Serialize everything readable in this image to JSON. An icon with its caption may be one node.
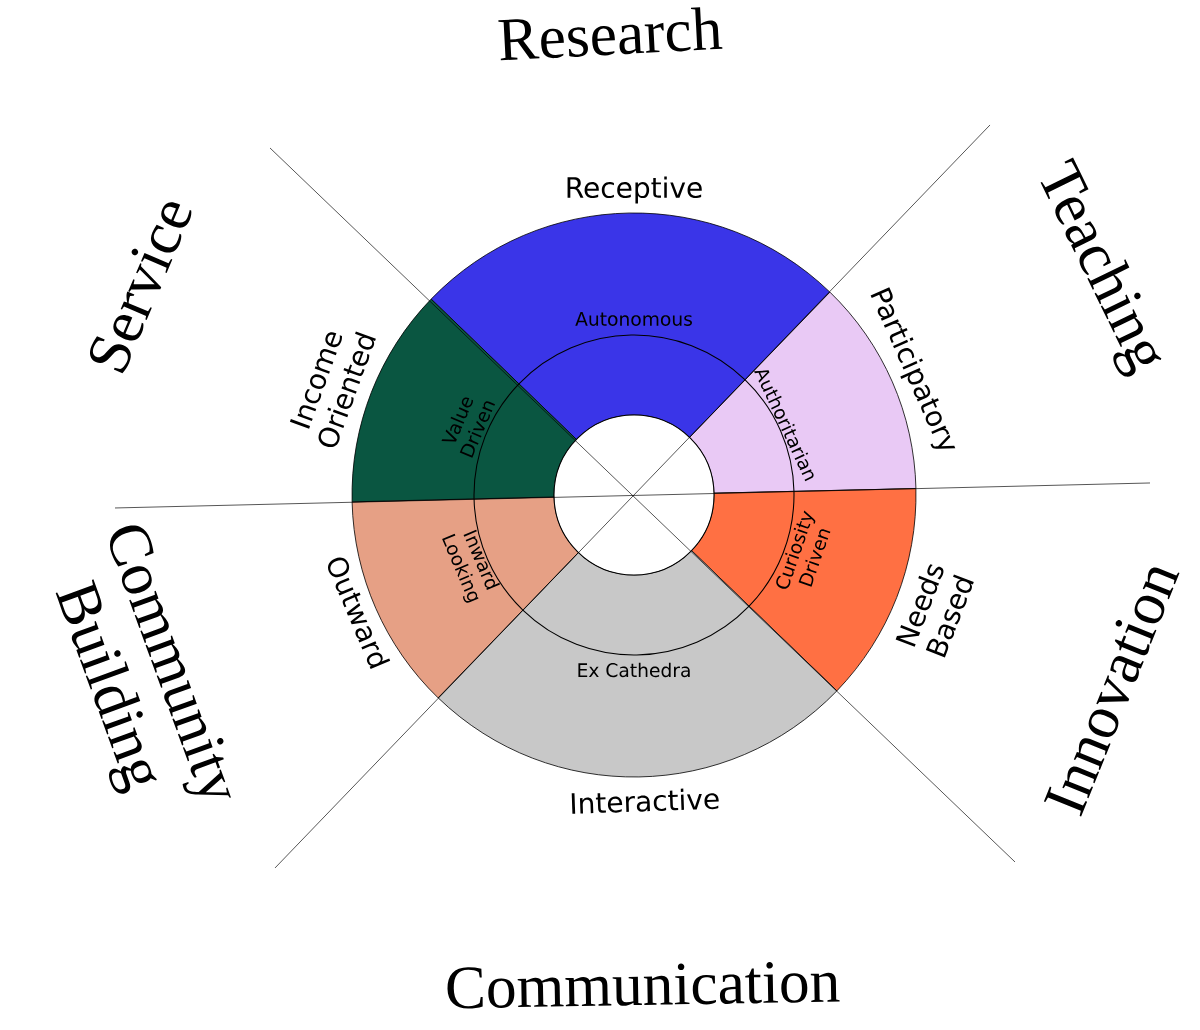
{
  "diagram": {
    "nodes": [
      {
        "text": [
          "Autonomous"
        ],
        "beside": [
          "Receptive",
          "Research"
        ]
      },
      {
        "text": [
          "Authoritarian"
        ],
        "beside": [
          "Participatory",
          "Teaching"
        ]
      },
      {
        "text": [
          "Curiosity Driven"
        ],
        "beside": [
          "Needs Based",
          "Innovation"
        ]
      },
      {
        "text": [
          "Ex Cathedra"
        ],
        "beside": [
          "Interactive",
          "Communication"
        ]
      },
      {
        "text": [
          "Inward Looking"
        ],
        "beside": [
          "Outward",
          "Community Building"
        ]
      },
      {
        "text": [
          "Value Driven"
        ],
        "beside": [
          "Income Oriented",
          "Service"
        ]
      },
      {
        "text": [],
        "shape": "circle"
      }
    ]
  }
}
